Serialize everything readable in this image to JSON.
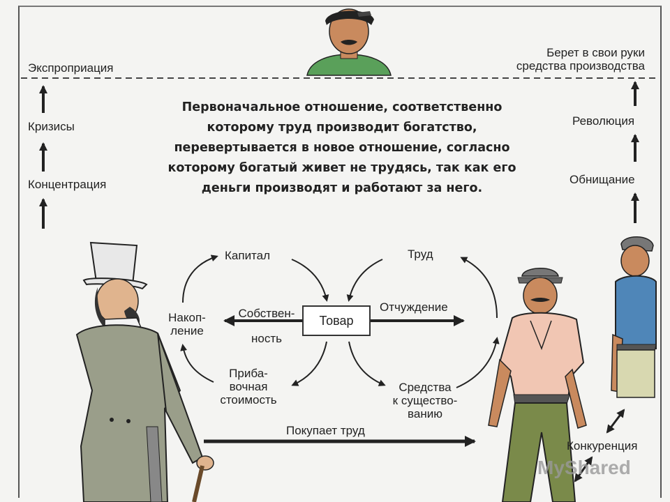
{
  "left_column": {
    "expropriation": "Экспроприация",
    "crises": "Кризисы",
    "concentration": "Концентрация"
  },
  "right_column": {
    "takes_means": "Берет в свои руки\nсредства производства",
    "revolution": "Революция",
    "impoverishment": "Обнищание",
    "competition": "Конкуренция"
  },
  "central_text": [
    "Первоначальное отношение, соответственно",
    "которому труд производит богатство,",
    "перевертывается в новое отношение, согласно",
    "которому богатый живет не трудясь, так как его",
    "деньги производят и работают за него."
  ],
  "cycle": {
    "capital": "Капитал",
    "labor": "Труд",
    "accumulation": "Накоп-\nление",
    "property": "Собствен-\nность",
    "commodity": "Товар",
    "alienation": "Отчуждение",
    "surplus_value": "Приба-\nвочная\nстоимость",
    "means_of_subsistence": "Средства\nк существо-\nванию",
    "buys_labor": "Покупает труд"
  },
  "watermark": "MyShared",
  "colors": {
    "ink": "#222222",
    "coat": "#9a9e8a",
    "worker_shirt": "#f1c6b3",
    "worker_trousers": "#7a8a4a",
    "worker2_shirt": "#4f86b8",
    "top_figure_shirt": "#5aa05a",
    "skin": "#c98a5e"
  }
}
